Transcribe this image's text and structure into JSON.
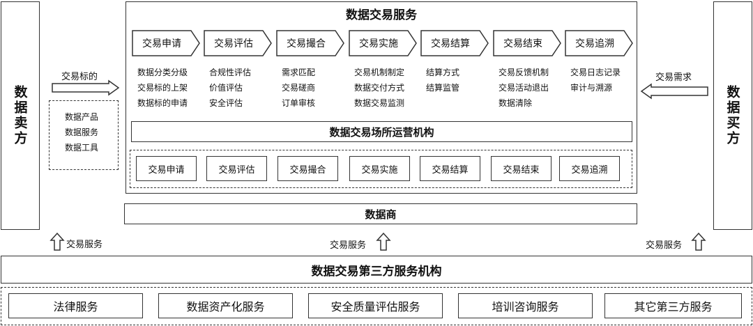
{
  "seller": {
    "title": "数据卖方"
  },
  "buyer": {
    "title": "数据买方"
  },
  "left_arrow": {
    "label": "交易标的"
  },
  "right_arrow": {
    "label": "交易需求"
  },
  "seller_items": [
    "数据产品",
    "数据服务",
    "数据工具"
  ],
  "service": {
    "title": "数据交易服务",
    "steps": [
      {
        "label": "交易申请",
        "items": [
          "数据分类分级",
          "交易标的上架",
          "数据标的申请"
        ]
      },
      {
        "label": "交易评估",
        "items": [
          "合规性评估",
          "价值评估",
          "安全评估"
        ]
      },
      {
        "label": "交易撮合",
        "items": [
          "需求匹配",
          "交易磋商",
          "订单审核"
        ]
      },
      {
        "label": "交易实施",
        "items": [
          "交易机制制定",
          "数据交付方式",
          "数据交易监测"
        ]
      },
      {
        "label": "交易结算",
        "items": [
          "结算方式",
          "结算监管"
        ]
      },
      {
        "label": "交易结束",
        "items": [
          "交易反馈机制",
          "交易活动退出",
          "数据清除"
        ]
      },
      {
        "label": "交易追溯",
        "items": [
          "交易日志记录",
          "审计与溯源"
        ]
      }
    ]
  },
  "operator": {
    "title": "数据交易场所运营机构",
    "buttons": [
      "交易申请",
      "交易评估",
      "交易撮合",
      "交易实施",
      "交易结算",
      "交易结束",
      "交易追溯"
    ]
  },
  "dealer": {
    "title": "数据商"
  },
  "up_arrows": [
    "交易服务",
    "交易服务",
    "交易服务"
  ],
  "third_party": {
    "title": "数据交易第三方服务机构",
    "services": [
      "法律服务",
      "数据资产化服务",
      "安全质量评估服务",
      "培训咨询服务",
      "其它第三方服务"
    ]
  },
  "colors": {
    "stroke": "#333333",
    "background": "#ffffff",
    "text": "#111111"
  }
}
